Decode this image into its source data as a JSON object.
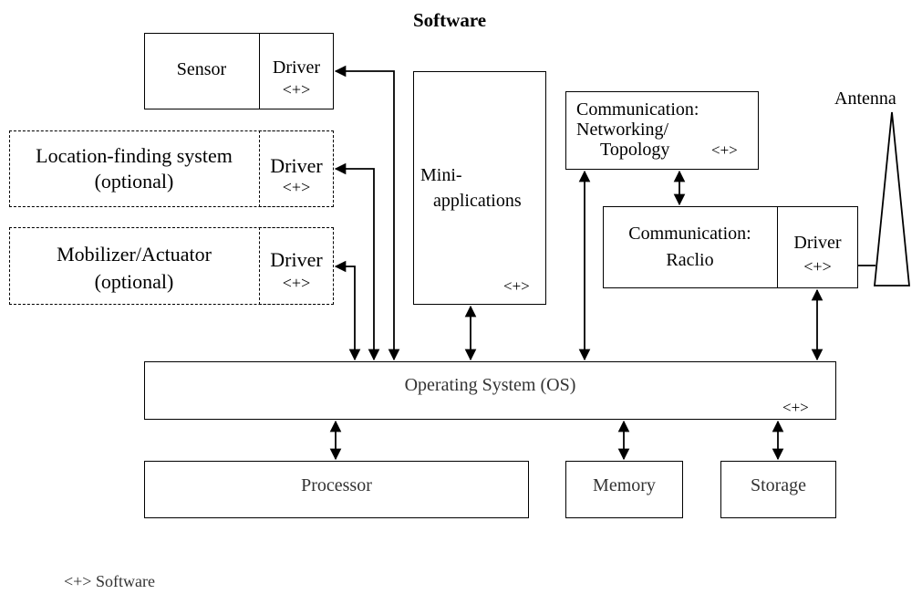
{
  "title": "Software",
  "software_marker": "<+>",
  "legend": "<+> Software",
  "antenna_label": "Antenna",
  "sensor": {
    "label": "Sensor",
    "driver": "Driver",
    "marker": "<+>"
  },
  "location": {
    "line1": "Location-finding system",
    "line2": "(optional)",
    "driver": "Driver",
    "marker": "<+>"
  },
  "mobilizer": {
    "line1": "Mobilizer/Actuator",
    "line2": "(optional)",
    "driver": "Driver",
    "marker": "<+>"
  },
  "mini_apps": {
    "line1": "Mini-",
    "line2": "applications",
    "marker": "<+>"
  },
  "comm_net": {
    "line1": "Communication:",
    "line2": "Networking/",
    "line3": "Topology",
    "marker": "<+>"
  },
  "comm_radio": {
    "line1": "Communication:",
    "line2": "Raclio",
    "driver": "Driver",
    "marker": "<+>"
  },
  "os": {
    "label": "Operating System (OS)",
    "marker": "<+>"
  },
  "processor": {
    "label": "Processor"
  },
  "memory": {
    "label": "Memory"
  },
  "storage": {
    "label": "Storage"
  }
}
